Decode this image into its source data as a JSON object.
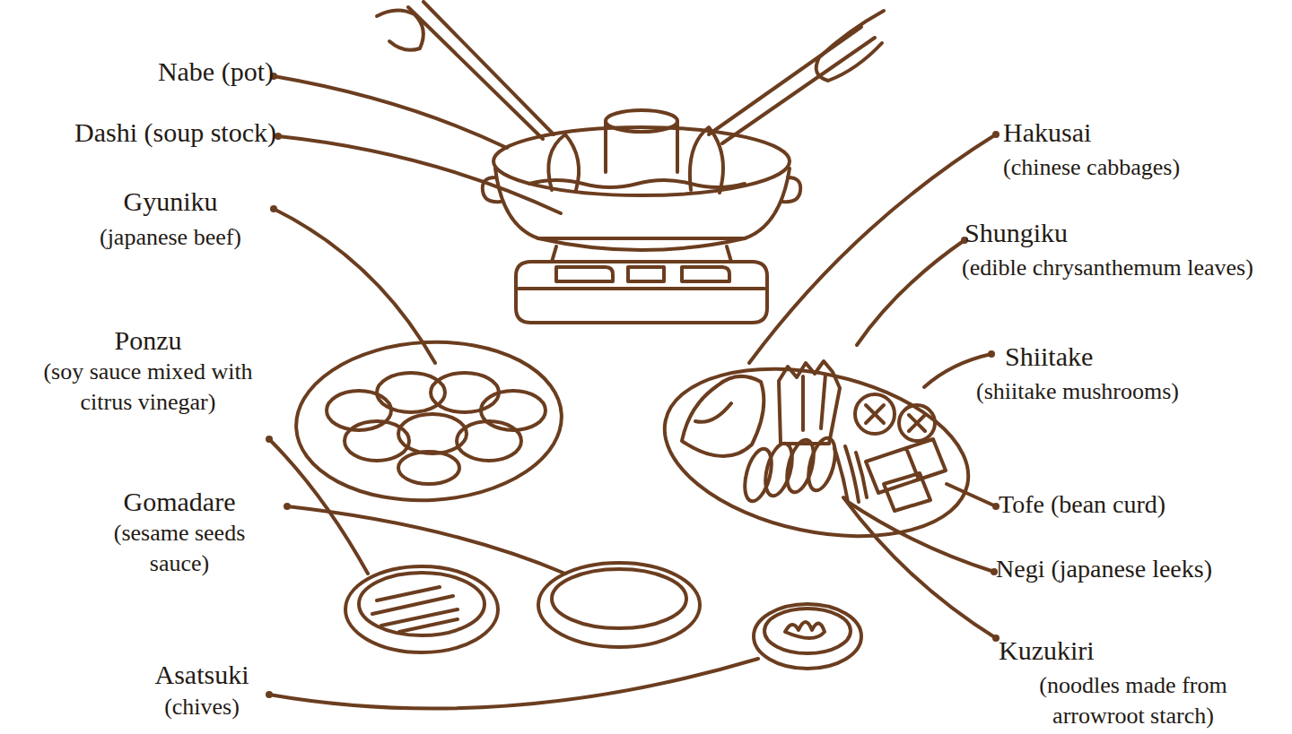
{
  "diagram": {
    "labels": [
      "Nabe (pot)",
      "Dashi (soup stock)",
      "Gyuniku",
      "(japanese beef)",
      "Ponzu",
      "(soy sauce mixed with citrus vinegar)",
      "Gomadare",
      "(sesame seeds sauce)",
      "Asatsuki",
      "(chives)",
      "Hakusai",
      "(chinese cabbages)",
      "Shungiku",
      "(edible chrysanthemum leaves)",
      "Shiitake",
      "(shiitake mushrooms)",
      "Tofe (bean curd)",
      "Negi (japanese leeks)",
      "Kuzukiri",
      "(noodles made from arrowroot starch)"
    ]
  }
}
